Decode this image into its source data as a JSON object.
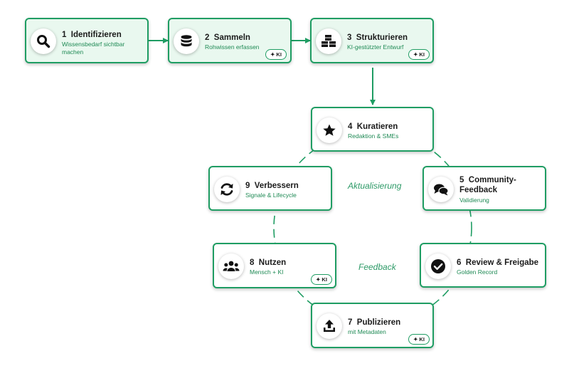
{
  "steps": [
    {
      "num": "1",
      "title": "Identifizieren",
      "subtitle": "Wissensbedarf sichtbar machen",
      "ki": "",
      "icon": "search-icon"
    },
    {
      "num": "2",
      "title": "Sammeln",
      "subtitle": "Rohwissen erfassen",
      "ki": "✦ KI",
      "icon": "database-icon"
    },
    {
      "num": "3",
      "title": "Strukturieren",
      "subtitle": "KI-gestützter Entwurf",
      "ki": "✦ KI",
      "icon": "cubes-icon"
    },
    {
      "num": "4",
      "title": "Kuratieren",
      "subtitle": "Redaktion & SMEs",
      "ki": "",
      "icon": "star-icon"
    },
    {
      "num": "5",
      "title": "Community-Feedback",
      "subtitle": "Validierung",
      "ki": "",
      "icon": "chat-icon"
    },
    {
      "num": "6",
      "title": "Review & Freigabe",
      "subtitle": "Golden Record",
      "ki": "",
      "icon": "check-circle-icon"
    },
    {
      "num": "7",
      "title": "Publizieren",
      "subtitle": "mit Metadaten",
      "ki": "✦ KI",
      "icon": "upload-icon"
    },
    {
      "num": "8",
      "title": "Nutzen",
      "subtitle": "Mensch + KI",
      "ki": "✦ KI",
      "icon": "users-icon"
    },
    {
      "num": "9",
      "title": "Verbessern",
      "subtitle": "Signale & Lifecycle",
      "ki": "",
      "icon": "refresh-icon"
    }
  ],
  "cycle_labels": {
    "top": "Aktualisierung",
    "bottom": "Feedback"
  },
  "colors": {
    "accent": "#1f9d63",
    "card_tint": "#e9f8ef",
    "label": "#2d9a67"
  }
}
